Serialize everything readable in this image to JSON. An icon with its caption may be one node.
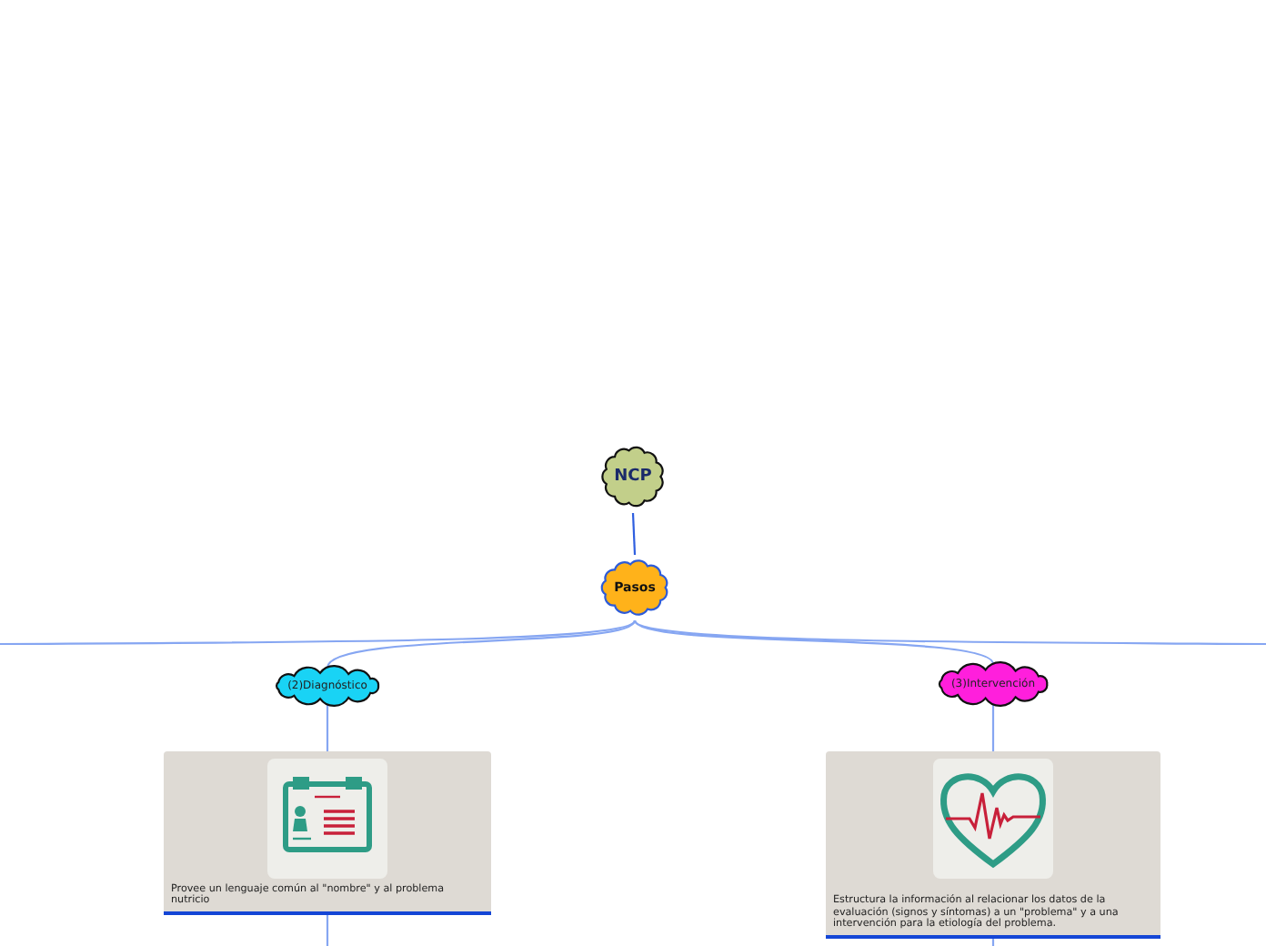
{
  "diagram": {
    "nodes": [
      {
        "text": [
          "NCP"
        ]
      },
      {
        "text": [
          "Pasos"
        ]
      },
      {
        "text": [
          "(2)Diagnóstico"
        ]
      },
      {
        "text": [
          "Provee un lenguaje común al \"nombre\" y al problema nutricio"
        ]
      },
      {
        "text": [
          "(3)Intervención"
        ]
      },
      {
        "text": [
          "Estructura la información al relacionar los datos de la evaluación (signos y síntomas) a un \"problema\" y a una intervención para la etiología del problema."
        ]
      }
    ],
    "edges": [
      {
        "from": 0,
        "to": 1,
        "arrow": "none",
        "color": "#2f5fe0"
      },
      {
        "from": 1,
        "to": null,
        "arrow": "none"
      },
      {
        "from": 1,
        "to": 2,
        "arrow": "none"
      },
      {
        "from": 1,
        "to": 4,
        "arrow": "none"
      },
      {
        "from": 1,
        "to": null,
        "arrow": "none"
      },
      {
        "from": 2,
        "to": 3,
        "arrow": "none"
      },
      {
        "from": 4,
        "to": 5,
        "arrow": "none"
      },
      {
        "from": 3,
        "to": null,
        "arrow": "none"
      },
      {
        "from": 5,
        "to": null,
        "arrow": "none"
      }
    ]
  }
}
